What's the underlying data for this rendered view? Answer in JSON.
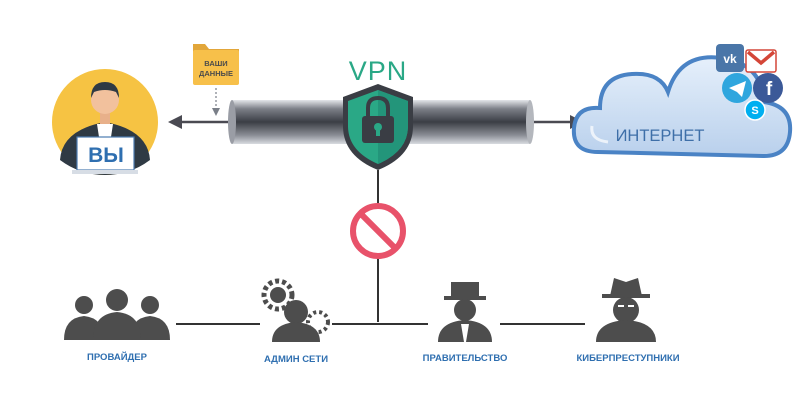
{
  "vpn": {
    "title": "VPN",
    "icon": "shield-lock-icon",
    "color": "#2aa886"
  },
  "user": {
    "label": "ВЫ",
    "icon": "user-at-laptop-icon"
  },
  "data_folder": {
    "line1": "ВАШИ",
    "line2": "ДАННЫЕ",
    "icon": "folder-icon"
  },
  "internet": {
    "label": "ИНТЕРНЕТ",
    "icon": "cloud-icon",
    "services": [
      "vk-icon",
      "gmail-icon",
      "telegram-icon",
      "facebook-icon",
      "skype-icon"
    ],
    "service_labels": {
      "vk": "vk",
      "facebook": "f",
      "skype": "S"
    }
  },
  "blocked": {
    "icon": "prohibited-icon",
    "color": "#e8526a"
  },
  "observers": [
    {
      "label": "ПРОВАЙДЕР",
      "icon": "group-icon"
    },
    {
      "label": "АДМИН СЕТИ",
      "icon": "admin-gears-icon"
    },
    {
      "label": "ПРАВИТЕЛЬСТВО",
      "icon": "government-hat-icon"
    },
    {
      "label": "КИБЕРПРЕСТУПНИКИ",
      "icon": "hacker-icon"
    }
  ],
  "colors": {
    "caption_blue": "#2f6fb0",
    "silhouette": "#4d4d4d",
    "cloud": "#cfe0f4"
  }
}
